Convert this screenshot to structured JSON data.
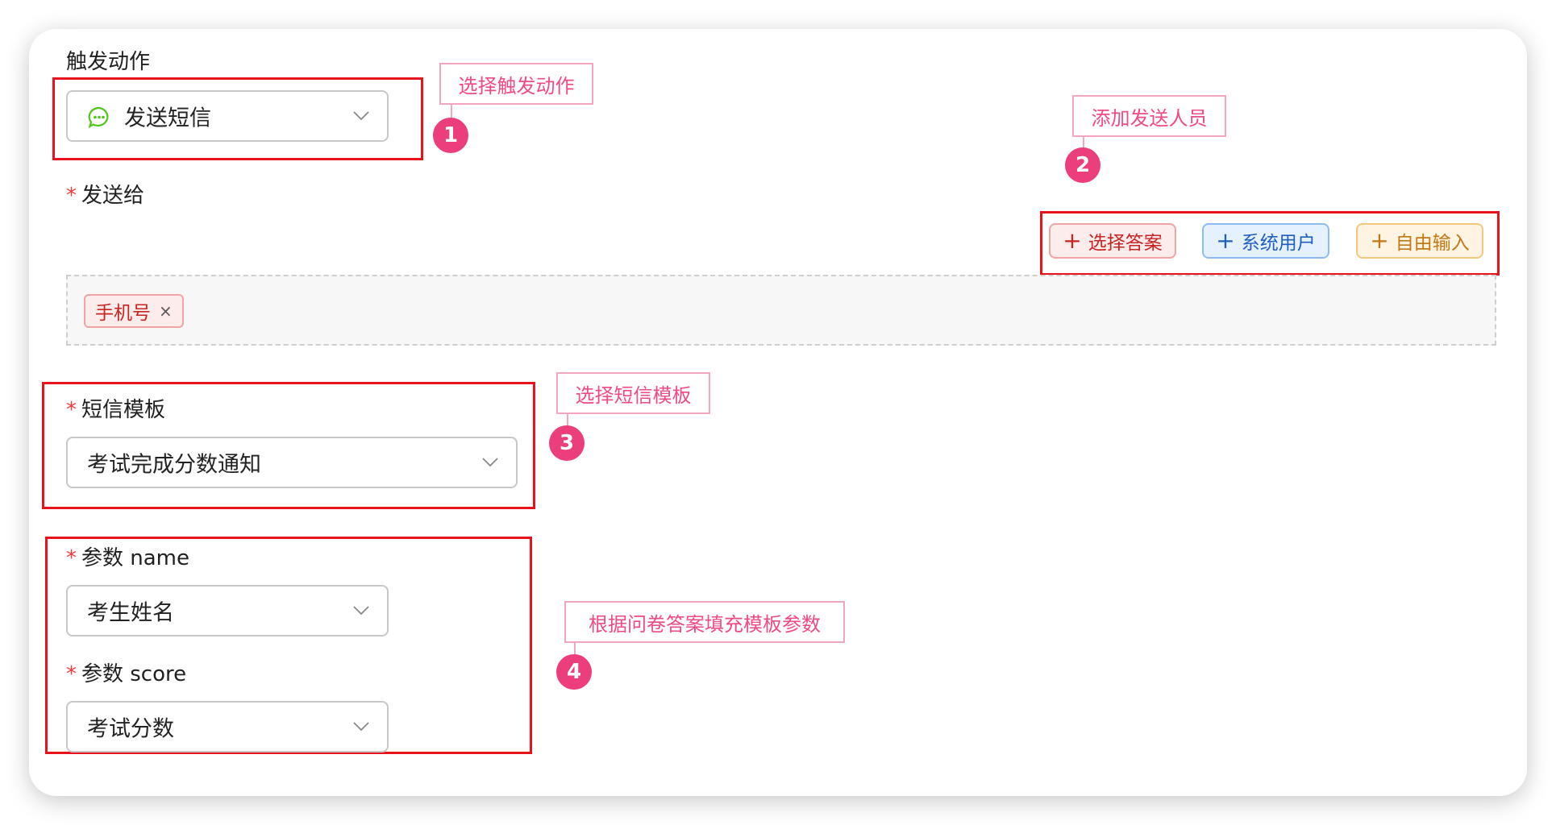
{
  "trigger": {
    "label": "触发动作",
    "selected": "发送短信",
    "icon": "sms-chat-icon",
    "icon_color": "#52c41a"
  },
  "send_to": {
    "required_mark": "*",
    "label": "发送给",
    "buttons": {
      "choose_answer": "选择答案",
      "system_user": "系统用户",
      "free_input": "自由输入",
      "plus": "+"
    },
    "tags": [
      {
        "label": "手机号",
        "remove": "×"
      }
    ]
  },
  "template": {
    "required_mark": "*",
    "label": "短信模板",
    "selected": "考试完成分数通知"
  },
  "params": [
    {
      "required_mark": "*",
      "label": "参数 name",
      "selected": "考生姓名"
    },
    {
      "required_mark": "*",
      "label": "参数 score",
      "selected": "考试分数"
    }
  ],
  "annotations": [
    {
      "number": "1",
      "text": "选择触发动作"
    },
    {
      "number": "2",
      "text": "添加发送人员"
    },
    {
      "number": "3",
      "text": "选择短信模板"
    },
    {
      "number": "4",
      "text": "根据问卷答案填充模板参数"
    }
  ],
  "colors": {
    "highlight_box": "#e8121c",
    "callout_text": "#ef4a86",
    "badge": "#ec3d7c",
    "required": "#ef3b3b"
  }
}
